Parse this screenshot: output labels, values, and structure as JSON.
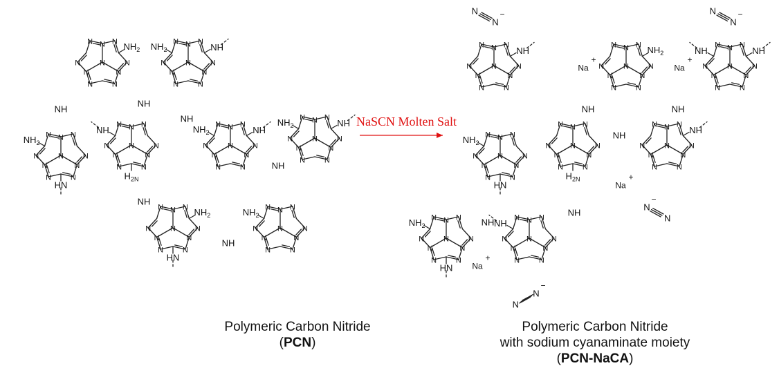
{
  "reaction": {
    "reagent": "NaSCN Molten Salt",
    "arrow_color": "#e01010"
  },
  "reactant": {
    "caption_line1": "Polymeric Carbon Nitride",
    "caption_open": "(",
    "caption_abbr": "PCN",
    "caption_close": ")"
  },
  "product": {
    "caption_line1": "Polymeric Carbon Nitride",
    "caption_line2": "with sodium cyanaminate moiety",
    "caption_open": "(",
    "caption_abbr": "PCN-NaCA",
    "caption_close": ")"
  },
  "atoms": {
    "ring_n": "N",
    "amino": "NH2",
    "amino_left": "H2N",
    "imine": "NH",
    "imine_left": "HN",
    "bridge_h": "H",
    "sodium": "Na",
    "plus": "+",
    "minus": "−"
  },
  "colors": {
    "bond": "#222222",
    "text": "#111111",
    "arrow": "#e01010"
  }
}
